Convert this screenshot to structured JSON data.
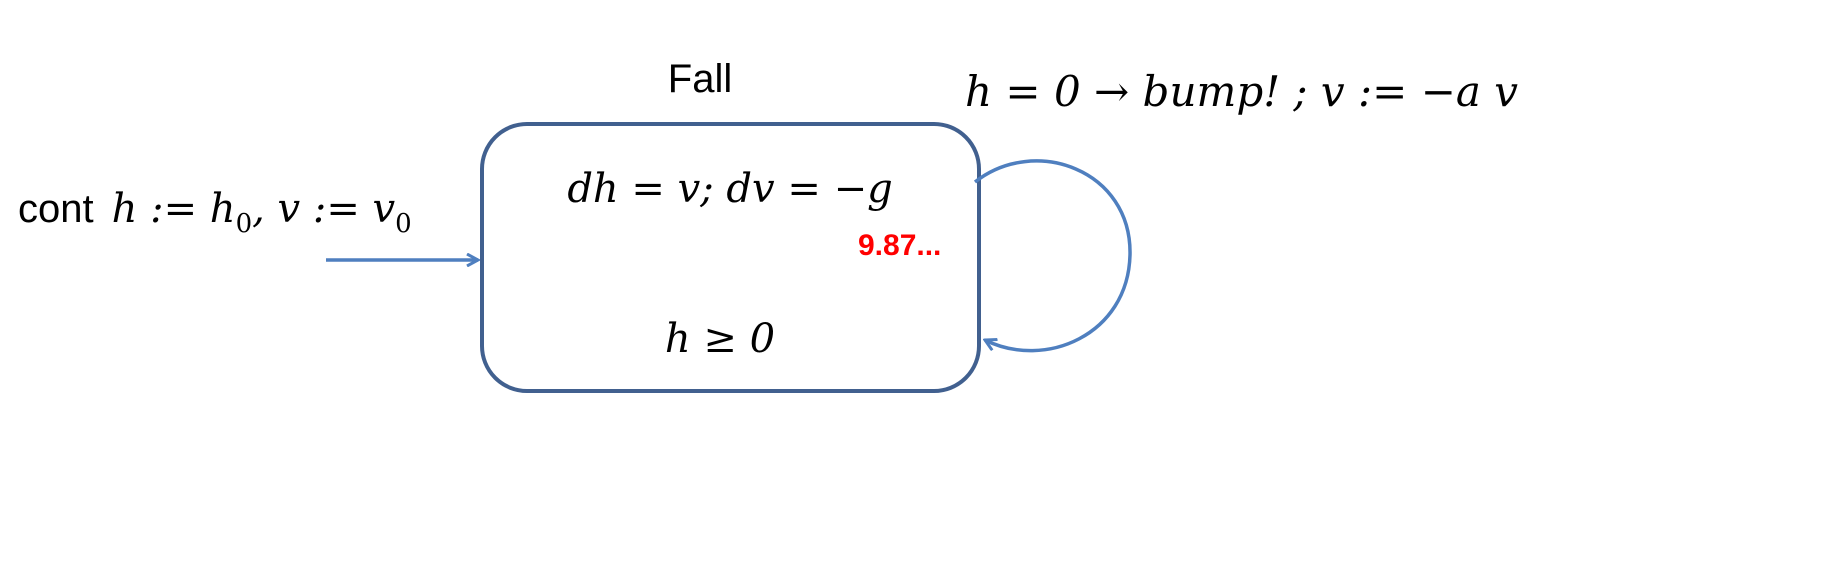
{
  "state": {
    "name": "Fall",
    "flow": "dh = v; dv = −g",
    "invariant": "h ≥ 0"
  },
  "init": {
    "keyword": "cont",
    "assignment": "h := h",
    "sub1": "0",
    "assignment2": ", v := v",
    "sub2": "0"
  },
  "transition": {
    "label": "h = 0 → bump! ; v := −a v"
  },
  "annotation": "9.87...",
  "colors": {
    "state_border": "#41608f",
    "arrow": "#4f7fbf",
    "annotation": "#ff0000"
  }
}
